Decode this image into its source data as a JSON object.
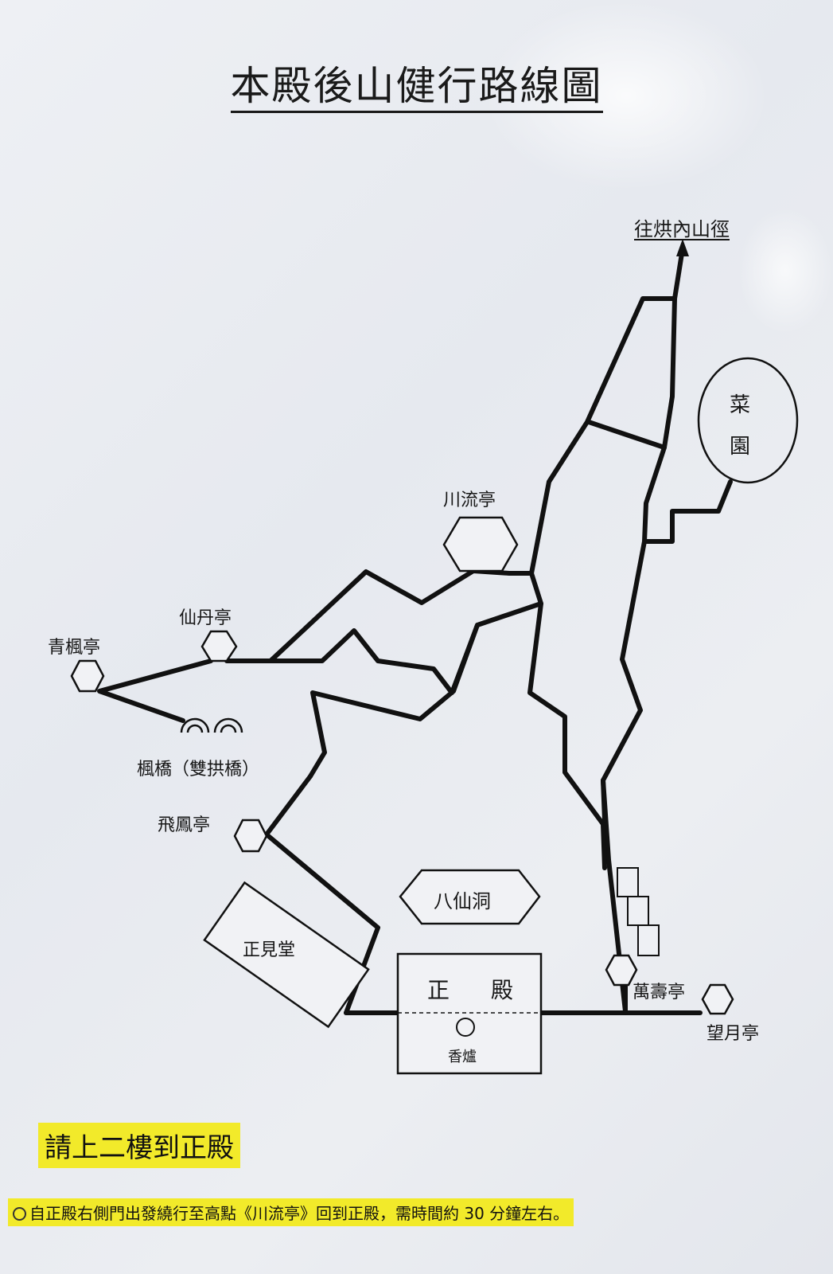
{
  "map": {
    "title": "本殿後山健行路線圖",
    "direction_label": "往烘內山徑",
    "places": {
      "vegetable_garden_top": "菜",
      "vegetable_garden_bottom": "園",
      "chuanliu_pavilion": "川流亭",
      "xiandan_pavilion": "仙丹亭",
      "qingfeng_pavilion": "青楓亭",
      "maple_bridge": "楓橋（雙拱橋）",
      "feifeng_pavilion": "飛鳳亭",
      "baxian_cave": "八仙洞",
      "zhengjian_hall": "正見堂",
      "main_hall_left": "正",
      "main_hall_right": "殿",
      "incense_burner": "香爐",
      "wanshou_pavilion": "萬壽亭",
      "wangyue_pavilion": "望月亭"
    },
    "colors": {
      "line": "#111111",
      "highlight": "#f2ea2a",
      "paper": "#e9ecf1"
    }
  },
  "notice": "請上二樓到正殿",
  "footnote": "自正殿右側門出發繞行至高點《川流亭》回到正殿，需時間約 30 分鐘左右。"
}
